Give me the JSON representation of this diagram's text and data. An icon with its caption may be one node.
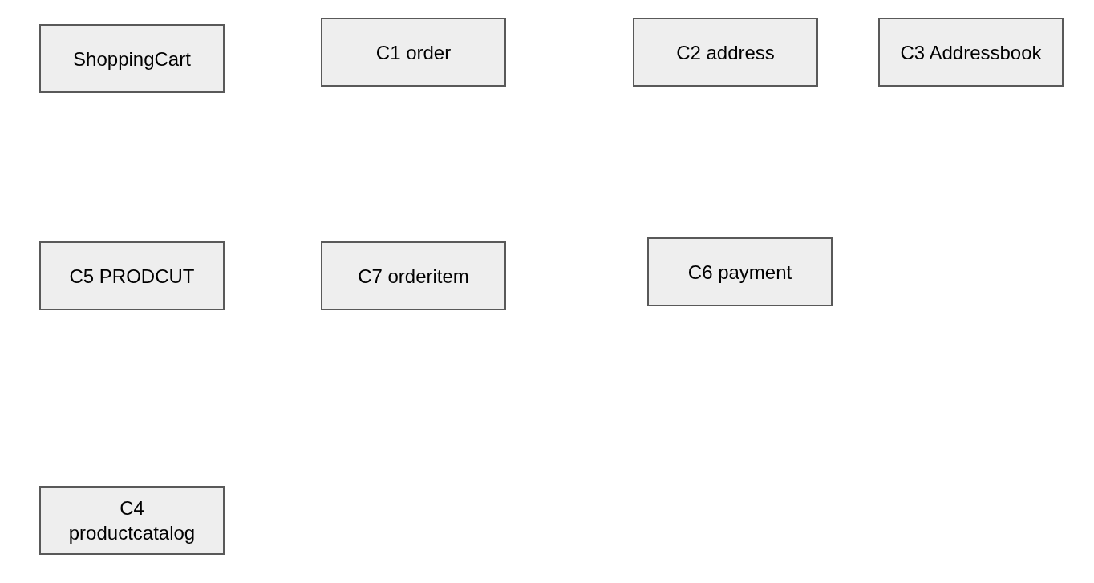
{
  "diagram": {
    "nodes": [
      {
        "text": [
          "ShoppingCart"
        ]
      },
      {
        "text": [
          "C1 order"
        ]
      },
      {
        "text": [
          "C2 address"
        ]
      },
      {
        "text": [
          "C3 Addressbook"
        ]
      },
      {
        "text": [
          "C5 PRODCUT"
        ]
      },
      {
        "text": [
          "C7 orderitem"
        ]
      },
      {
        "text": [
          "C6 payment"
        ]
      },
      {
        "text": [
          "C4 productcatalog"
        ]
      }
    ]
  }
}
